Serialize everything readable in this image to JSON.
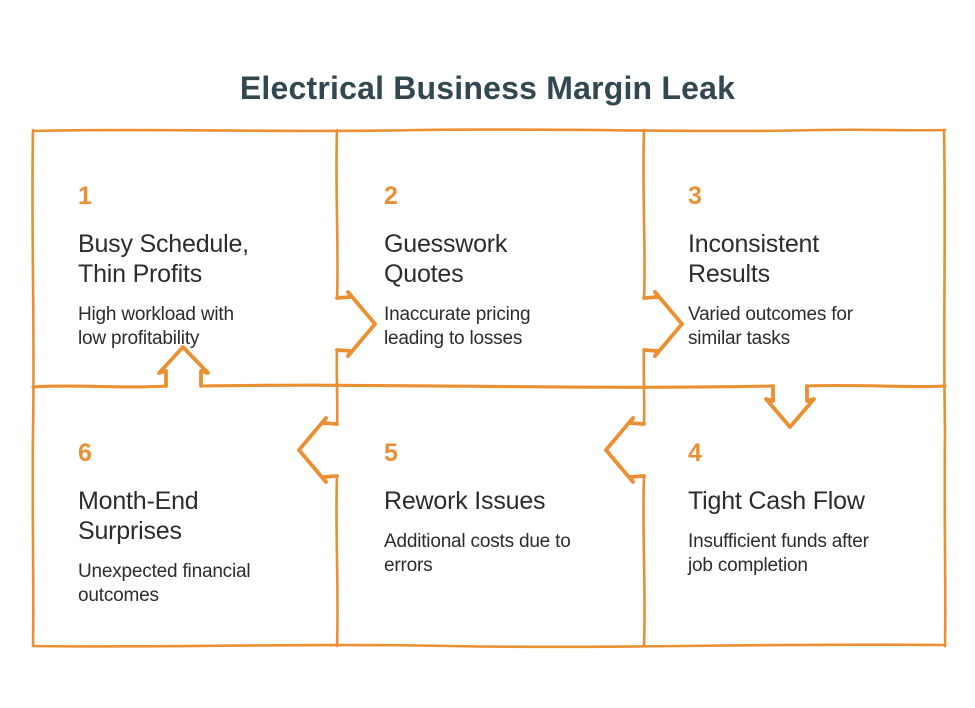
{
  "title": "Electrical Business Margin Leak",
  "colors": {
    "accent": "#EA9033",
    "title_text": "#334750",
    "body_text": "#2C2C2C",
    "background": "#FFFFFF"
  },
  "cells": [
    {
      "number": "1",
      "heading": "Busy Schedule,\nThin Profits",
      "description": "High workload with\nlow profitability"
    },
    {
      "number": "2",
      "heading": "Guesswork\nQuotes",
      "description": "Inaccurate pricing\nleading to losses"
    },
    {
      "number": "3",
      "heading": "Inconsistent\nResults",
      "description": "Varied outcomes for\nsimilar tasks"
    },
    {
      "number": "6",
      "heading": "Month-End\nSurprises",
      "description": "Unexpected financial\noutcomes"
    },
    {
      "number": "5",
      "heading": "Rework Issues",
      "description": "Additional costs due to\nerrors"
    },
    {
      "number": "4",
      "heading": "Tight Cash Flow",
      "description": "Insufficient funds after\njob completion"
    }
  ],
  "flow": {
    "arrows": [
      {
        "from": "1",
        "to": "2"
      },
      {
        "from": "2",
        "to": "3"
      },
      {
        "from": "3",
        "to": "4"
      },
      {
        "from": "4",
        "to": "5"
      },
      {
        "from": "5",
        "to": "6"
      },
      {
        "from": "6",
        "to": "1"
      }
    ]
  }
}
